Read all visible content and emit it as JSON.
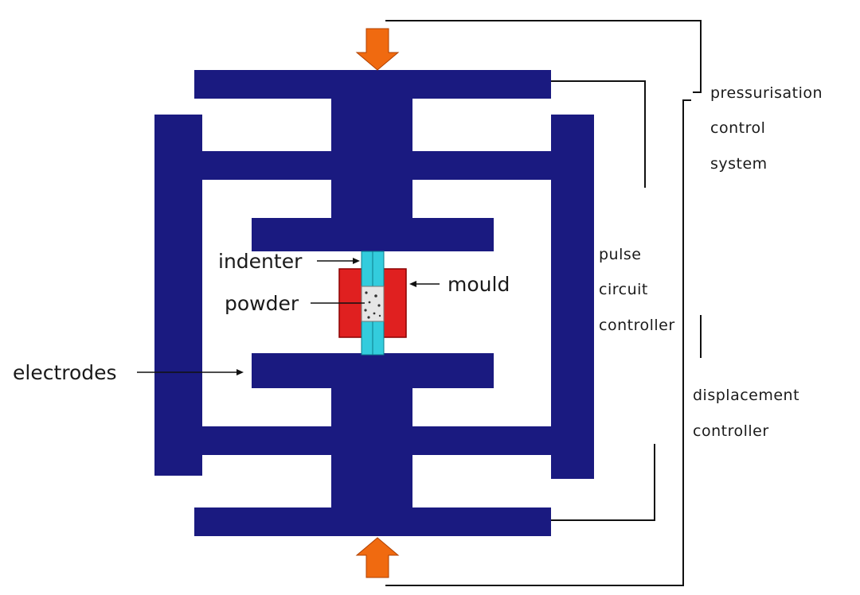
{
  "colors": {
    "frame": "#1a1a80",
    "indenter": "#33ccdd",
    "mould": "#e02020",
    "powder": "#e6e6e6",
    "arrow": "#f06a10",
    "line": "#111111"
  },
  "labels": {
    "indenter": "indenter",
    "mould": "mould",
    "powder": "powder",
    "electrodes": "electrodes",
    "pressurisation": [
      "pressurisation",
      "control",
      "system"
    ],
    "pulse": [
      "pulse",
      "circuit",
      "controller"
    ],
    "displacement": [
      "displacement",
      "controller"
    ]
  }
}
